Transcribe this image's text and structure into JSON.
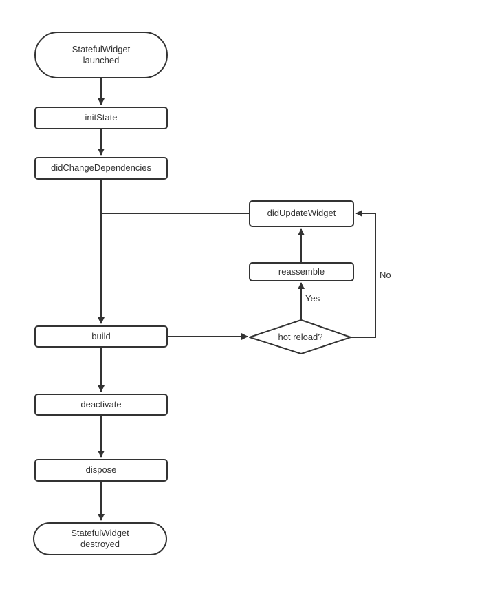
{
  "canvas": {
    "background": "#ffffff",
    "stroke_color": "#333333",
    "text_color": "#333333"
  },
  "nodes": {
    "launched": {
      "type": "terminator",
      "label": "StatefulWidget\nlaunched"
    },
    "init_state": {
      "type": "process",
      "label": "initState"
    },
    "did_change_dependencies": {
      "type": "process",
      "label": "didChangeDependencies"
    },
    "did_update_widget": {
      "type": "process",
      "label": "didUpdateWidget"
    },
    "reassemble": {
      "type": "process",
      "label": "reassemble"
    },
    "build": {
      "type": "process",
      "label": "build"
    },
    "hot_reload": {
      "type": "decision",
      "label": "hot reload?"
    },
    "deactivate": {
      "type": "process",
      "label": "deactivate"
    },
    "dispose": {
      "type": "process",
      "label": "dispose"
    },
    "destroyed": {
      "type": "terminator",
      "label": "StatefulWidget\ndestroyed"
    }
  },
  "edge_labels": {
    "yes": "Yes",
    "no": "No"
  }
}
